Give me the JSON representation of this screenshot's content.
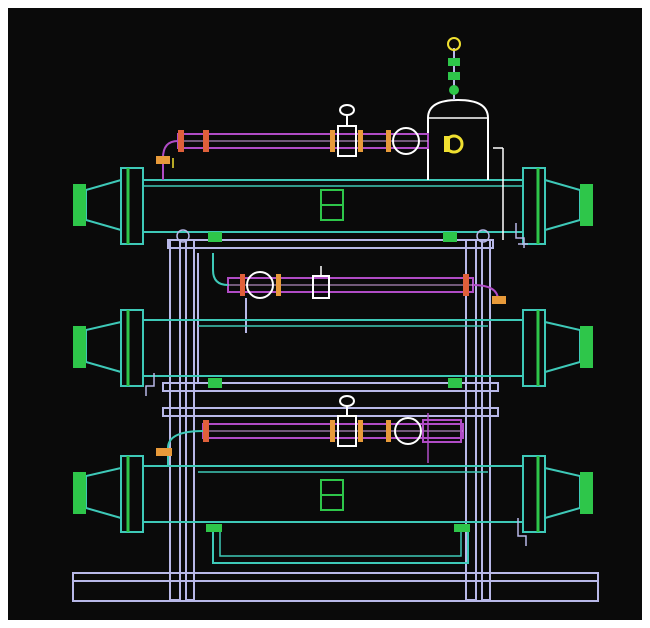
{
  "colors": {
    "background": "#0a0a0a",
    "frame": "#ffffff",
    "shell": "#3ec9b8",
    "tube": "#49c3c9",
    "flange_green": "#2ec64a",
    "support": "#b8b8e8",
    "pipe": "#b04cc6",
    "pipe_light": "#d8a8e8",
    "valve_red": "#e0603a",
    "valve_orange": "#e89a3a",
    "gauge": "#f0e030",
    "vessel": "#ffffff"
  },
  "components": [
    "shell-and-tube-heat-exchanger",
    "support-frame",
    "interconnecting-piping",
    "receiver-vessel",
    "flow-meter",
    "gauge"
  ]
}
